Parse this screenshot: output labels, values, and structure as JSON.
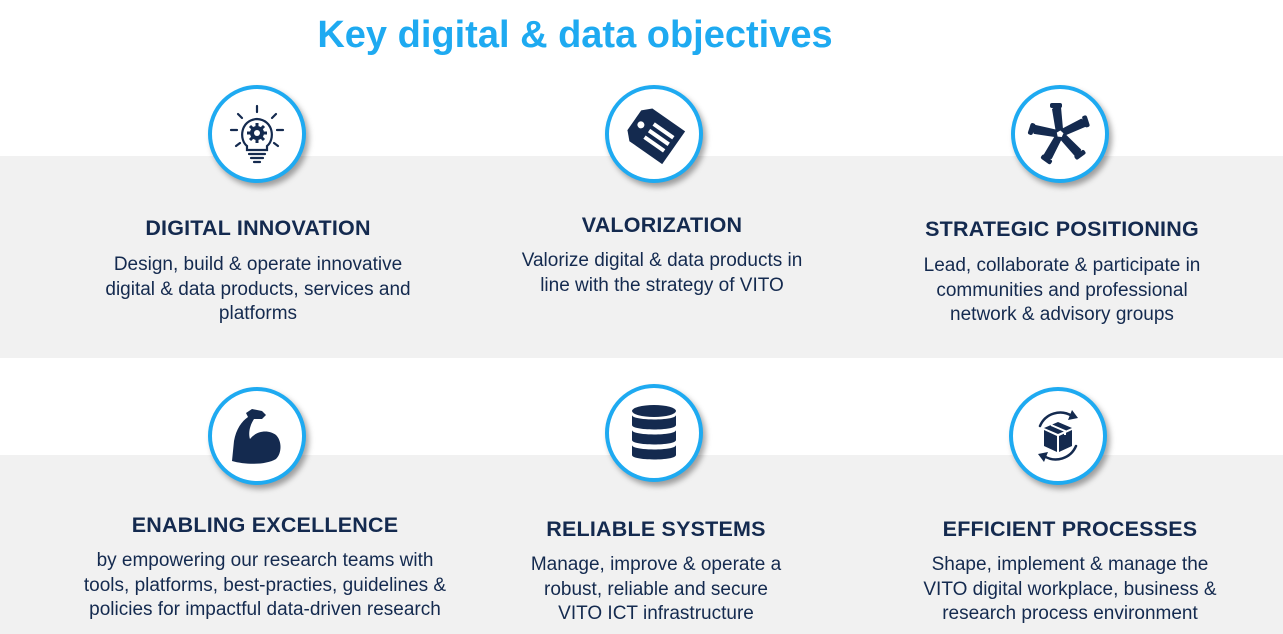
{
  "title": "Key digital & data objectives",
  "colors": {
    "accent": "#1eaaf1",
    "navy": "#142a4f",
    "band": "#f1f1f1"
  },
  "cards": [
    {
      "icon": "lightbulb-gear-icon",
      "title": "DIGITAL INNOVATION",
      "lines": [
        "Design, build & operate innovative",
        "digital & data products, services and",
        "platforms"
      ]
    },
    {
      "icon": "price-tag-icon",
      "title": "VALORIZATION",
      "lines": [
        "Valorize digital & data products in",
        "line with the strategy of VITO"
      ]
    },
    {
      "icon": "joined-hands-icon",
      "title": "STRATEGIC POSITIONING",
      "lines": [
        "Lead, collaborate & participate in",
        "communities and professional",
        "network & advisory groups"
      ]
    },
    {
      "icon": "flexed-arm-icon",
      "title": "ENABLING EXCELLENCE",
      "lines": [
        "by empowering our research teams with",
        "tools, platforms, best-practies, guidelines &",
        "policies for impactful data-driven research"
      ]
    },
    {
      "icon": "database-icon",
      "title": "RELIABLE SYSTEMS",
      "lines": [
        "Manage, improve & operate a",
        "robust, reliable and secure",
        "VITO ICT infrastructure"
      ]
    },
    {
      "icon": "box-cycle-icon",
      "title": "EFFICIENT PROCESSES",
      "lines": [
        "Shape, implement & manage the",
        "VITO digital workplace, business &",
        "research process environment"
      ]
    }
  ]
}
